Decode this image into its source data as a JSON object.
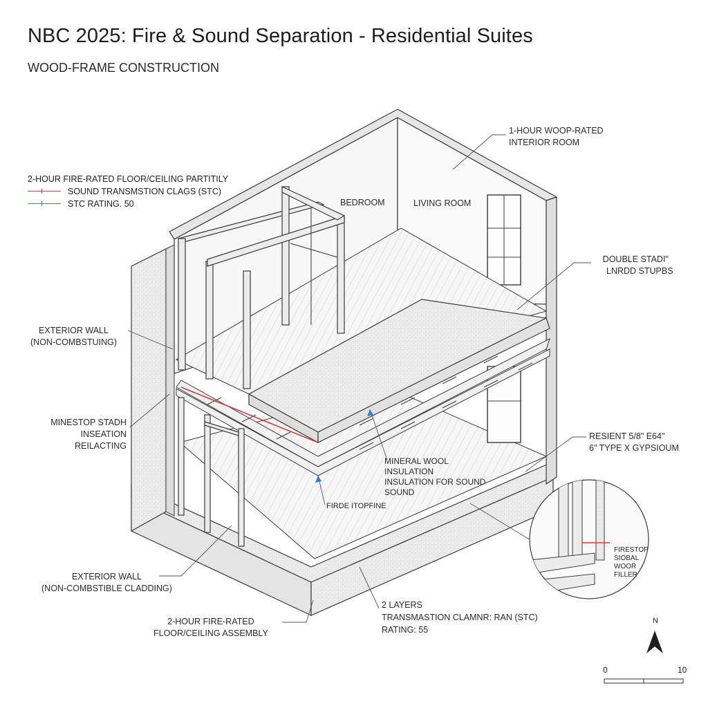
{
  "header": {
    "title": "NBC 2025: Fire & Sound Separation - Residential Suites",
    "subtitle": "WOOD-FRAME CONSTRUCTION"
  },
  "legend": {
    "heading": "2-HOUR FIRE-RATED FLOOR/CEILING PARTITILY",
    "items": [
      {
        "label": "SOUND TRANSMSTION CLAGS (STC)",
        "color": "#d23b3b"
      },
      {
        "label": "STC RATING. 50",
        "color": "#2f7fd6"
      }
    ]
  },
  "rooms": {
    "bedroom": "BEDROOM",
    "living_room": "LIVING ROOM"
  },
  "callouts": {
    "interior_room": [
      "1-HOUR WOOP-RATED",
      "INTERIOR ROOM"
    ],
    "double_stud": [
      "DOUBLE STADI\"",
      "LNRDD STUPBS"
    ],
    "exterior_wall_upper": [
      "EXTERIOR WALL",
      "(NON-COMBSTUING)"
    ],
    "minestop": [
      "MINESTOP STADH",
      "INSEATION",
      "REILACTING"
    ],
    "resilient": [
      "RESIENT 5/8\" E64\"",
      "6\" TYPE X GYPSIOUM"
    ],
    "mineral_wool": [
      "MINERAL WOOL",
      "INSULATION",
      "INSULATION FOR SOUND",
      "SOUND"
    ],
    "firestopping": "FIRDE ITOPFINE",
    "exterior_wall_lower": [
      "EXTERIOR WALL",
      "(NON-COMBSTIBLE CLADDING)"
    ],
    "floor_assembly": [
      "2-HOUR FIRE-RATED",
      "FLOOR/CEILING ASSEMBLY"
    ],
    "two_layers": [
      "2 LAYERS",
      "TRANSMASTION CLAMNR: RAN (STC)",
      "RATING: 55"
    ]
  },
  "detail": {
    "labels": [
      "FIRESTOP",
      "SIOBAL",
      "WOOR",
      "FILLER"
    ]
  },
  "compass": {
    "label": "N"
  },
  "scale_bar": {
    "start": "0",
    "end": "10"
  },
  "colors": {
    "line": "#3a3a3a",
    "concrete": "#e9e9e9",
    "accent_red": "#d23b3b",
    "accent_blue": "#2f7fd6"
  }
}
